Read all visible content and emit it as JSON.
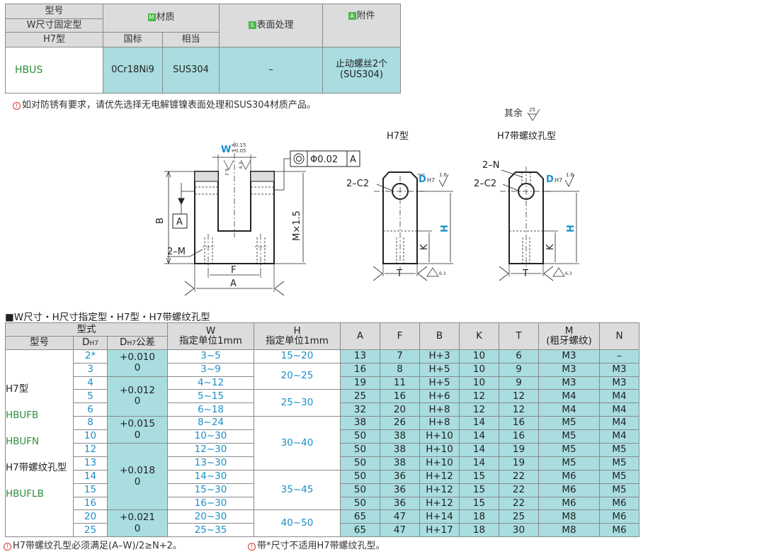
{
  "spec_table": {
    "model_header": "型号",
    "w_fixed_header": "W尺寸固定型",
    "h7_type_header": "H7型",
    "material_badge": "M",
    "material_header": "材质",
    "gb_header": "国标",
    "equiv_header": "相当",
    "surface_badge": "S",
    "surface_header": "表面处理",
    "accessory_badge": "A",
    "accessory_header": "附件",
    "row_model": "HBUS",
    "row_gb": "0Cr18Ni9",
    "row_equiv": "SUS304",
    "row_surface": "–",
    "row_accessory_1": "止动螺丝2个",
    "row_accessory_2": "(SUS304)"
  },
  "note_top": "如对防锈有要求，请优先选择无电解镀镍表面处理和SUS304材质产品。",
  "drawing": {
    "other_label": "其余",
    "roughness_25": "25",
    "h7_title": "H7型",
    "h7_thread_title": "H7带螺纹孔型",
    "w_label": "W",
    "w_tol_upper": "+0.15",
    "w_tol_lower": "+0.05",
    "roughness_63": "6.3",
    "tol_frame_value": "Φ0.02",
    "tol_frame_ref": "A",
    "b_label": "B",
    "a_box": "A",
    "two_m": "2–M",
    "m_x_15": "M×1.5",
    "f_label": "F",
    "a_label": "A",
    "c2_label": "2–C2",
    "d_label": "D",
    "d_sub": "H7",
    "roughness_16": "1.6",
    "h_label": "H",
    "k_label": "K",
    "t_label": "T",
    "two_n": "2–N"
  },
  "main_title": "■W尺寸・H尺寸指定型・H7型・H7带螺纹孔型",
  "main_table": {
    "headers": {
      "form": "型式",
      "model": "型号",
      "d": "D",
      "d_sub": "H7",
      "d_tol": "D",
      "d_tol_sub": "H7",
      "d_tol_suffix": "公差",
      "w_1": "W",
      "w_2": "指定单位1mm",
      "h_1": "H",
      "h_2": "指定单位1mm",
      "a": "A",
      "f": "F",
      "b": "B",
      "k": "K",
      "t": "T",
      "m_1": "M",
      "m_2": "(粗牙螺纹)",
      "n": "N"
    },
    "models": {
      "h7": "H7型",
      "hbufb": "HBUFB",
      "hbufn": "HBUFN",
      "h7_thread": "H7带螺纹孔型",
      "hbuflb": "HBUFLB"
    },
    "d_values": [
      "2*",
      "3",
      "4",
      "5",
      "6",
      "8",
      "10",
      "12",
      "13",
      "14",
      "15",
      "16",
      "20",
      "25"
    ],
    "tol": {
      "t1a": "+0.010",
      "t1b": "0",
      "t2a": "+0.012",
      "t2b": "0",
      "t3a": "+0.015",
      "t3b": "0",
      "t4a": "+0.018",
      "t4b": "0",
      "t5a": "+0.021",
      "t5b": "0"
    },
    "w_values": [
      "3~5",
      "3~9",
      "4~12",
      "5~15",
      "6~18",
      "8~24",
      "10~30",
      "12~30",
      "13~30",
      "14~30",
      "15~30",
      "16~30",
      "20~30",
      "25~35"
    ],
    "h_values": [
      "15~20",
      "20~25",
      "25~30",
      "30~40",
      "35~45",
      "40~50"
    ],
    "rows": [
      {
        "a": "13",
        "f": "7",
        "b": "H+3",
        "k": "10",
        "t": "6",
        "m": "M3",
        "n": "–"
      },
      {
        "a": "16",
        "f": "8",
        "b": "H+5",
        "k": "10",
        "t": "9",
        "m": "M3",
        "n": "M3"
      },
      {
        "a": "19",
        "f": "11",
        "b": "H+5",
        "k": "10",
        "t": "9",
        "m": "M3",
        "n": "M3"
      },
      {
        "a": "25",
        "f": "16",
        "b": "H+6",
        "k": "12",
        "t": "12",
        "m": "M4",
        "n": "M4"
      },
      {
        "a": "32",
        "f": "20",
        "b": "H+8",
        "k": "12",
        "t": "12",
        "m": "M4",
        "n": "M4"
      },
      {
        "a": "38",
        "f": "26",
        "b": "H+8",
        "k": "14",
        "t": "16",
        "m": "M5",
        "n": "M4"
      },
      {
        "a": "50",
        "f": "38",
        "b": "H+10",
        "k": "14",
        "t": "16",
        "m": "M5",
        "n": "M4"
      },
      {
        "a": "50",
        "f": "38",
        "b": "H+10",
        "k": "14",
        "t": "19",
        "m": "M5",
        "n": "M5"
      },
      {
        "a": "50",
        "f": "38",
        "b": "H+10",
        "k": "14",
        "t": "19",
        "m": "M5",
        "n": "M5"
      },
      {
        "a": "50",
        "f": "36",
        "b": "H+12",
        "k": "15",
        "t": "22",
        "m": "M6",
        "n": "M5"
      },
      {
        "a": "50",
        "f": "36",
        "b": "H+12",
        "k": "15",
        "t": "22",
        "m": "M6",
        "n": "M5"
      },
      {
        "a": "50",
        "f": "36",
        "b": "H+12",
        "k": "15",
        "t": "22",
        "m": "M6",
        "n": "M6"
      },
      {
        "a": "65",
        "f": "47",
        "b": "H+14",
        "k": "18",
        "t": "25",
        "m": "M8",
        "n": "M6"
      },
      {
        "a": "65",
        "f": "47",
        "b": "H+17",
        "k": "18",
        "t": "30",
        "m": "M8",
        "n": "M6"
      }
    ]
  },
  "note_bottom_1": "H7带螺纹孔型必须满足(A–W)/2≥N+2。",
  "note_bottom_2": "带*尺寸不适用H7带螺纹孔型。"
}
